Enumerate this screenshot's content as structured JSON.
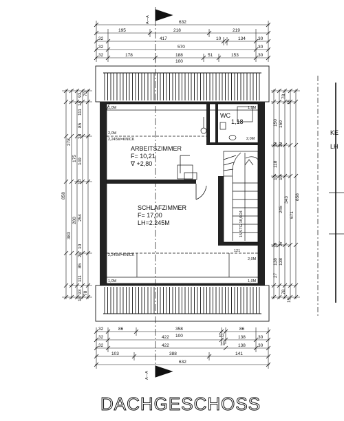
{
  "title": "DACHGESCHOSS",
  "section_label": "A—A",
  "rooms": {
    "arbeitszimmer": {
      "name": "ARBEITSZIMMER",
      "area": "F=  10,21",
      "level": "∇  +2,80"
    },
    "wc": {
      "name": "WC",
      "area": "1,18"
    },
    "schlafzimmer": {
      "name": "SCHLAFZIMMER",
      "area": "F=  17,00",
      "height": "LH=2.245M"
    }
  },
  "notes": {
    "knick_top": "2,245M=KNICK",
    "knick_bottom": "2,245M=KNICK",
    "h20_a": "2,0M",
    "h20_b": "2,0M",
    "h20_c": "2,0M",
    "h10_a": "1,0M",
    "h10_b": "1,0M",
    "h10_c": "1,0M",
    "h10_d": "1,0M",
    "stair": "15 STG 18,6/24",
    "window_bottom": "121",
    "right_edge_1": "KE",
    "right_edge_2": "LH"
  },
  "dims_top": {
    "r1": "632",
    "r2": [
      "195",
      "218",
      "219"
    ],
    "r3": [
      "32",
      "417",
      "10",
      "134",
      "30"
    ],
    "r4": [
      "32",
      "570",
      "30"
    ],
    "r5": [
      "32",
      "178",
      "188",
      "51",
      "153",
      "30"
    ],
    "r5b": "100"
  },
  "dims_bottom": {
    "r1": [
      "32",
      "86",
      "358",
      "10",
      "86"
    ],
    "r1b": "100",
    "r2": [
      "32",
      "422",
      "10",
      "138",
      "30"
    ],
    "r3": [
      "32",
      "422",
      "138",
      "30"
    ],
    "r4": [
      "103",
      "388",
      "141"
    ],
    "r5": "632"
  },
  "dims_left": {
    "outer": "858",
    "col2": [
      "278",
      "383"
    ],
    "col3": [
      "175",
      "280"
    ],
    "col4": [
      "93",
      "15",
      "111",
      "85",
      "26",
      "149",
      "10",
      "254",
      "10",
      "26",
      "85",
      "111",
      "93",
      "15"
    ],
    "col5": [
      "78",
      "78"
    ]
  },
  "dims_right": {
    "outer": "858",
    "col1": [
      "671",
      "343",
      "245"
    ],
    "col2": [
      "150",
      "118",
      "138",
      "138",
      "78",
      "15",
      "78",
      "15"
    ],
    "col3": [
      "150",
      "10",
      "10",
      "10",
      "10",
      "10"
    ],
    "col4": [
      "27",
      "27"
    ]
  }
}
